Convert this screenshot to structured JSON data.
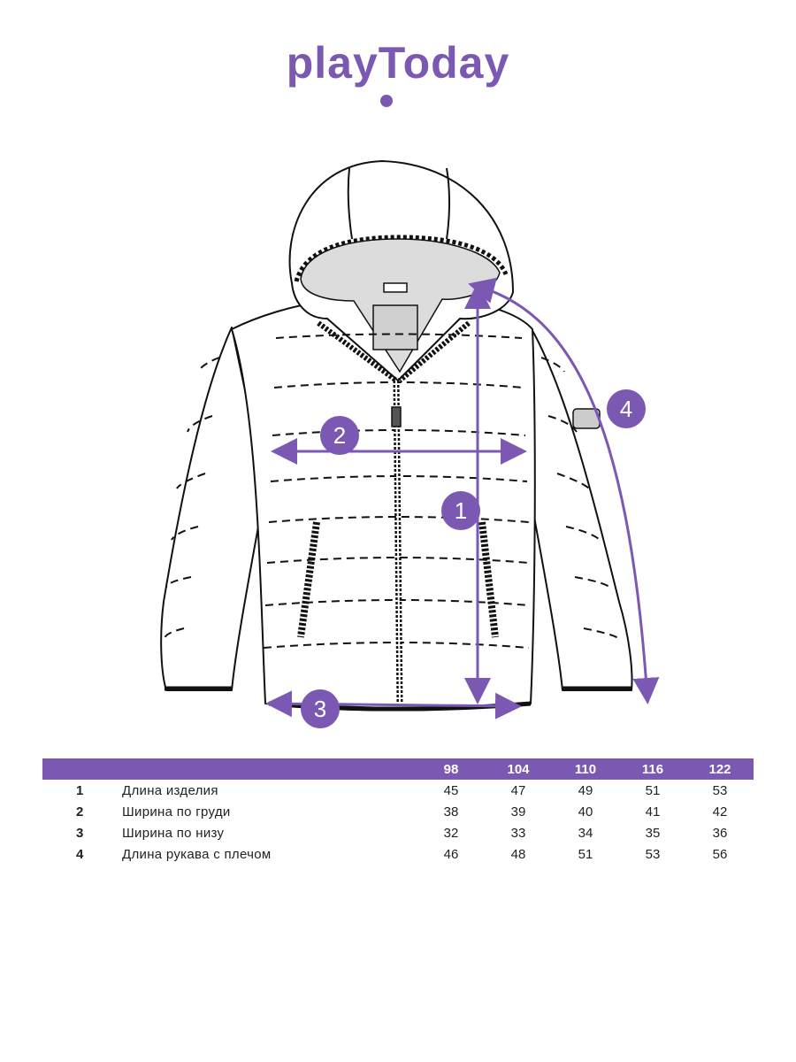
{
  "brand": {
    "logo_text": "playToday",
    "color": "#7b59b3"
  },
  "diagram": {
    "markers": [
      {
        "id": "1",
        "label": "1"
      },
      {
        "id": "2",
        "label": "2"
      },
      {
        "id": "3",
        "label": "3"
      },
      {
        "id": "4",
        "label": "4"
      }
    ]
  },
  "size_table": {
    "header_color": "#7b59b3",
    "sizes": [
      "98",
      "104",
      "110",
      "116",
      "122"
    ],
    "rows": [
      {
        "num": "1",
        "label": "Длина изделия",
        "values": [
          "45",
          "47",
          "49",
          "51",
          "53"
        ]
      },
      {
        "num": "2",
        "label": "Ширина по груди",
        "values": [
          "38",
          "39",
          "40",
          "41",
          "42"
        ]
      },
      {
        "num": "3",
        "label": "Ширина по низу",
        "values": [
          "32",
          "33",
          "34",
          "35",
          "36"
        ]
      },
      {
        "num": "4",
        "label": "Длина рукава с плечом",
        "values": [
          "46",
          "48",
          "51",
          "53",
          "56"
        ]
      }
    ]
  }
}
